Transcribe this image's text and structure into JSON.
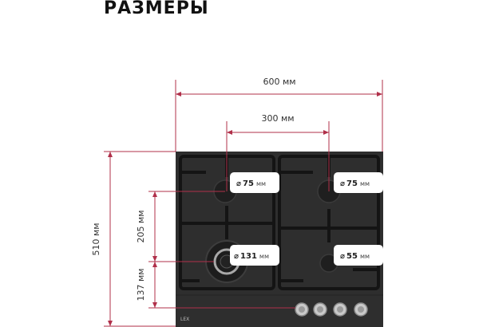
{
  "title": "РАЗМЕРЫ",
  "colors": {
    "accent": "#b0304a",
    "hob": "#2e2e2e",
    "grate": "#1b1b1b",
    "burner": "#242424"
  },
  "dimensions": {
    "width_total": "600 мм",
    "width_burners": "300 мм",
    "height_total": "510 мм",
    "height_upper": "205 мм",
    "height_lower": "137 мм"
  },
  "burners": [
    {
      "diameter": "75",
      "unit": "мм",
      "prefix": "⌀"
    },
    {
      "diameter": "75",
      "unit": "мм",
      "prefix": "⌀"
    },
    {
      "diameter": "131",
      "unit": "мм",
      "prefix": "⌀"
    },
    {
      "diameter": "55",
      "unit": "мм",
      "prefix": "⌀"
    }
  ],
  "brand": "LEX",
  "knobs_count": 4
}
